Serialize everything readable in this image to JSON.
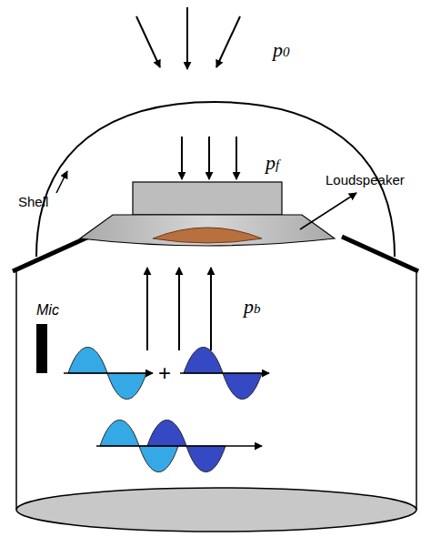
{
  "diagram": {
    "labels": [
      "p0",
      "Shell",
      "pf",
      "Loudspeaker",
      "Mic",
      "pb",
      "+"
    ]
  }
}
